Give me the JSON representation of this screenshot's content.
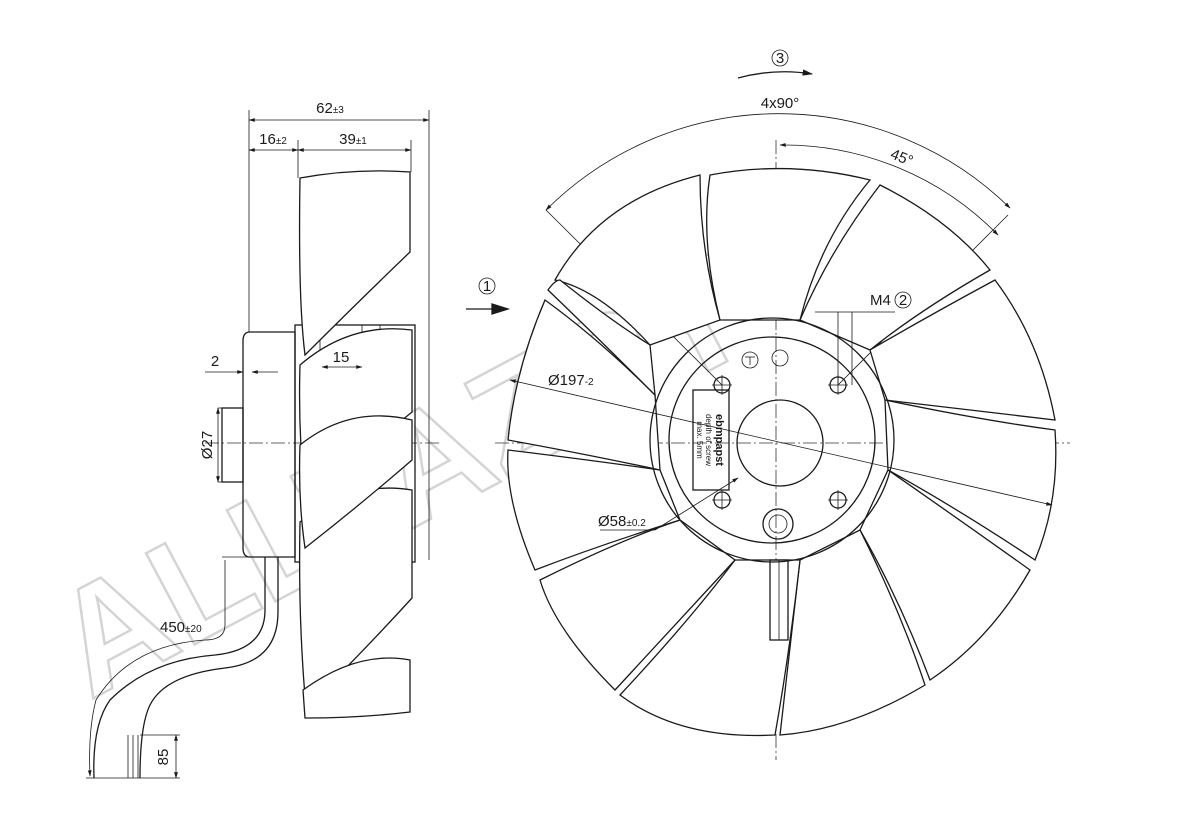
{
  "watermark": "ALLTAZPY",
  "callouts": {
    "flow_direction": "1",
    "screw": "2",
    "rotation": "3"
  },
  "side_view": {
    "overall_depth": {
      "value": "62",
      "tol": "±3"
    },
    "hub_offset": {
      "value": "16",
      "tol": "±2"
    },
    "blade_depth": {
      "value": "39",
      "tol": "±1"
    },
    "gap": "2",
    "hub_width": "15",
    "shaft_diameter": "Ø27",
    "lead_length": {
      "value": "450",
      "tol": "±20"
    },
    "strip_length": "85"
  },
  "front_view": {
    "pattern_angle": "4x90°",
    "half_angle": "45°",
    "thread": "M4",
    "outer_diameter": {
      "value": "Ø197",
      "tol": "-2"
    },
    "hub_diameter": {
      "value": "Ø58",
      "tol": "±0.2"
    },
    "label": {
      "brand": "ebmpapst",
      "line1": "depth of screw",
      "line2": "max. 5mm"
    }
  }
}
